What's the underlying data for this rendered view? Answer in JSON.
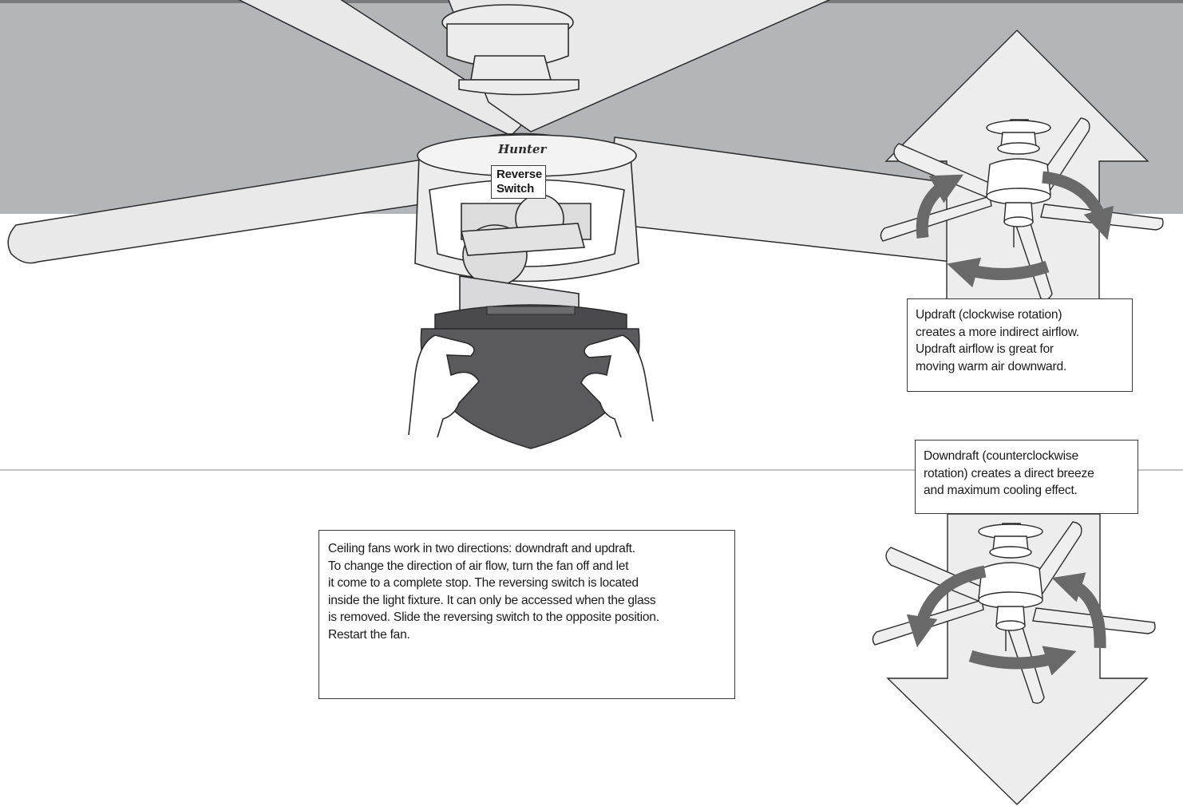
{
  "brand": {
    "logo_text": "Hunter"
  },
  "labels": {
    "reverse_switch": "Reverse\nSwitch"
  },
  "updraft": {
    "text": "Updraft (clockwise rotation)\ncreates a more indirect airflow.\nUpdraft airflow is great for\nmoving warm air downward.",
    "rotation": "clockwise",
    "arrow_direction": "up"
  },
  "downdraft": {
    "text": "Downdraft (counterclockwise\nrotation) creates a direct breeze\nand maximum cooling effect.",
    "rotation": "counterclockwise",
    "arrow_direction": "down"
  },
  "instructions": {
    "text": "Ceiling fans work in two directions: downdraft and updraft.\nTo change the direction of air flow, turn the fan off and let\nit come to a complete stop. The reversing switch is located\ninside the light fixture. It can only be accessed when the glass\nis removed. Slide the reversing switch to the opposite position.\nRestart the fan."
  },
  "colors": {
    "ceiling": "#b4b5b8",
    "outline": "#2b2b2b",
    "blade": "#e9e9ea",
    "glass_bowl": "#5a5a5c",
    "rotation_arrow": "#696969",
    "airflow_arrow": "#ededed"
  }
}
